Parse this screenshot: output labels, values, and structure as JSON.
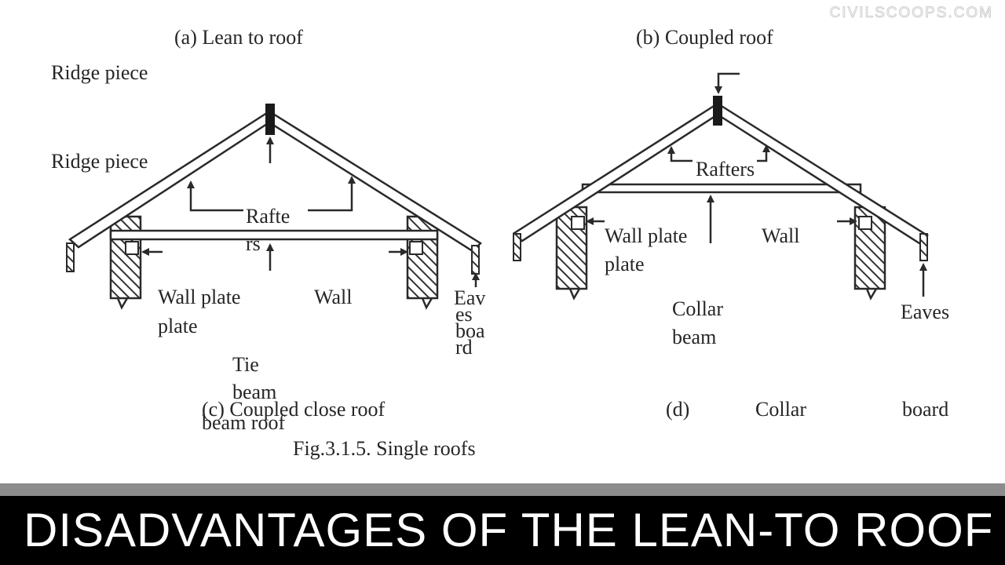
{
  "watermark": "CIVILSCOOPS.COM",
  "labels": {
    "lean_to_roof": "(a) Lean to roof",
    "coupled_roof": "(b) Coupled roof",
    "ridge_piece_1": "Ridge piece",
    "ridge_piece_2": "Ridge piece",
    "rafters_a_1": "Rafte",
    "rafters_a_2": "rs",
    "wall_plate_a_1": "Wall plate",
    "wall_plate_a_2": "plate",
    "wall_a": "Wall",
    "eaves_board_1": "Eav",
    "eaves_board_2": "es",
    "eaves_board_3": "boa",
    "eaves_board_4": "rd",
    "tie_beam_1": "Tie",
    "tie_beam_2": "beam",
    "beam_roof": "beam roof",
    "coupled_close_roof": "(c) Coupled close roof",
    "figure_caption": "Fig.3.1.5. Single roofs",
    "rafters_b": "Rafters",
    "wall_plate_b_1": "Wall plate",
    "wall_plate_b_2": "plate",
    "wall_b": "Wall",
    "collar_beam_1": "Collar",
    "collar_beam_2": "beam",
    "eaves_b": "Eaves",
    "d_label": "(d)",
    "collar_d": "Collar",
    "board_d": "board"
  },
  "banner": {
    "title": "DISADVANTAGES OF THE LEAN-TO ROOF"
  },
  "colors": {
    "banner_bg": "#000000",
    "banner_text": "#ffffff",
    "strip": "#8c8c8c",
    "ink": "#262626"
  }
}
